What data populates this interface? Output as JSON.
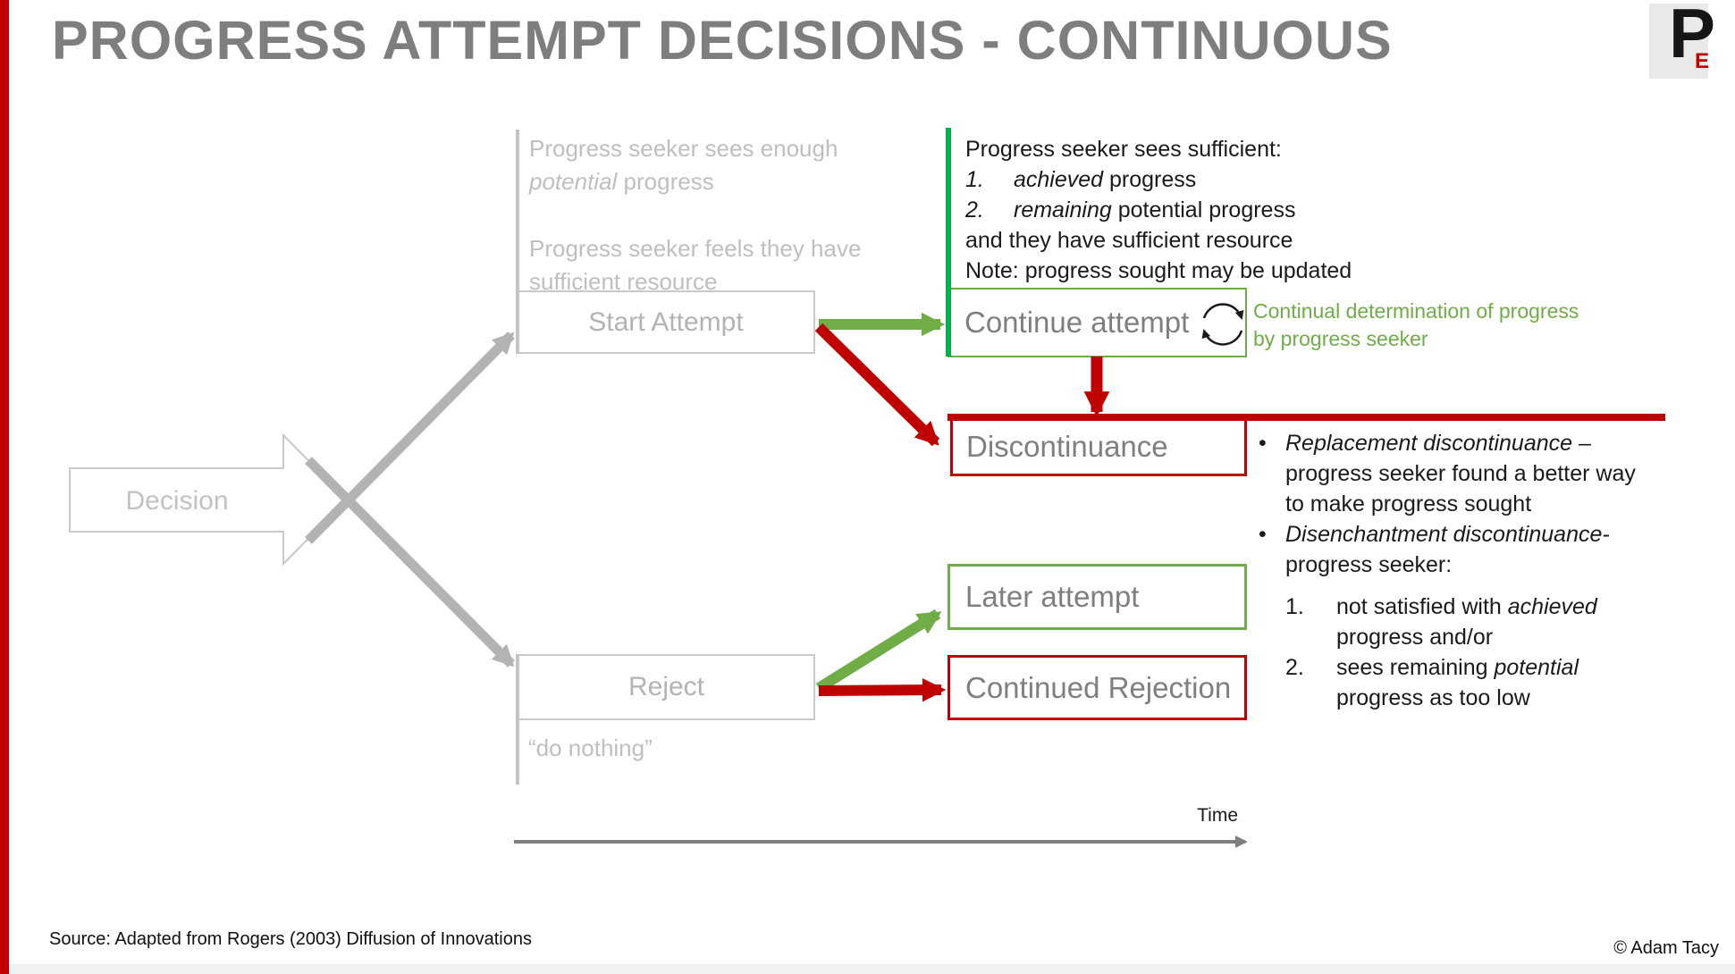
{
  "title": "PROGRESS ATTEMPT DECISIONS - CONTINUOUS",
  "logo": {
    "p": "P",
    "e": "E"
  },
  "bullet_char": "•",
  "nodes": {
    "decision": "Decision",
    "start_attempt": "Start Attempt",
    "continue_attempt": "Continue attempt",
    "discontinuance": "Discontinuance",
    "later_attempt": "Later attempt",
    "reject": "Reject",
    "continued_rejection": "Continued Rejection",
    "do_nothing": "“do nothing”"
  },
  "start_notes": {
    "enough_line1": "Progress seeker sees enough",
    "enough_italic": "potential",
    "enough_rest": " progress",
    "resource_line1": "Progress seeker feels they have",
    "resource_line2": "sufficient resource"
  },
  "sufficient_block": {
    "heading": "Progress seeker sees sufficient:",
    "item1_num": "1.",
    "item1_italic": "achieved",
    "item1_rest": " progress",
    "item2_num": "2.",
    "item2_italic": "remaining",
    "item2_rest": " potential progress",
    "resource_line": "and they have sufficient resource",
    "note_line": "Note: progress sought may be updated"
  },
  "green_note": {
    "line1": "Continual determination of progress",
    "line2": "by progress seeker"
  },
  "discontinuance_notes": {
    "bullet1": {
      "italic": "Replacement discontinuance –",
      "line2": "progress seeker found a better way",
      "line3": "to make progress sought"
    },
    "bullet2": {
      "italic": "Disenchantment discontinuance-",
      "line2": "progress seeker:"
    },
    "sub1": {
      "num": "1.",
      "pre": "not satisfied with ",
      "italic": "achieved",
      "line2": "progress and/or"
    },
    "sub2": {
      "num": "2.",
      "pre": "sees remaining ",
      "italic": "potential",
      "line2": "progress as too low"
    }
  },
  "time_label": "Time",
  "footer": {
    "source": "Source: Adapted from Rogers (2003) Diffusion of Innovations",
    "copyright": "© Adam Tacy"
  },
  "icons": {
    "refresh": "cyclic-arrows",
    "logo_mark": "P-E-monogram"
  },
  "colors": {
    "accent_red": "#C00000",
    "bright_green": "#00B050",
    "olive_green": "#70AD47",
    "box_gray": "#C9C9C9",
    "text_light_gray": "#BFBFBF",
    "text_mid_gray": "#7F7F7F",
    "title_gray": "#7E7E7E"
  }
}
